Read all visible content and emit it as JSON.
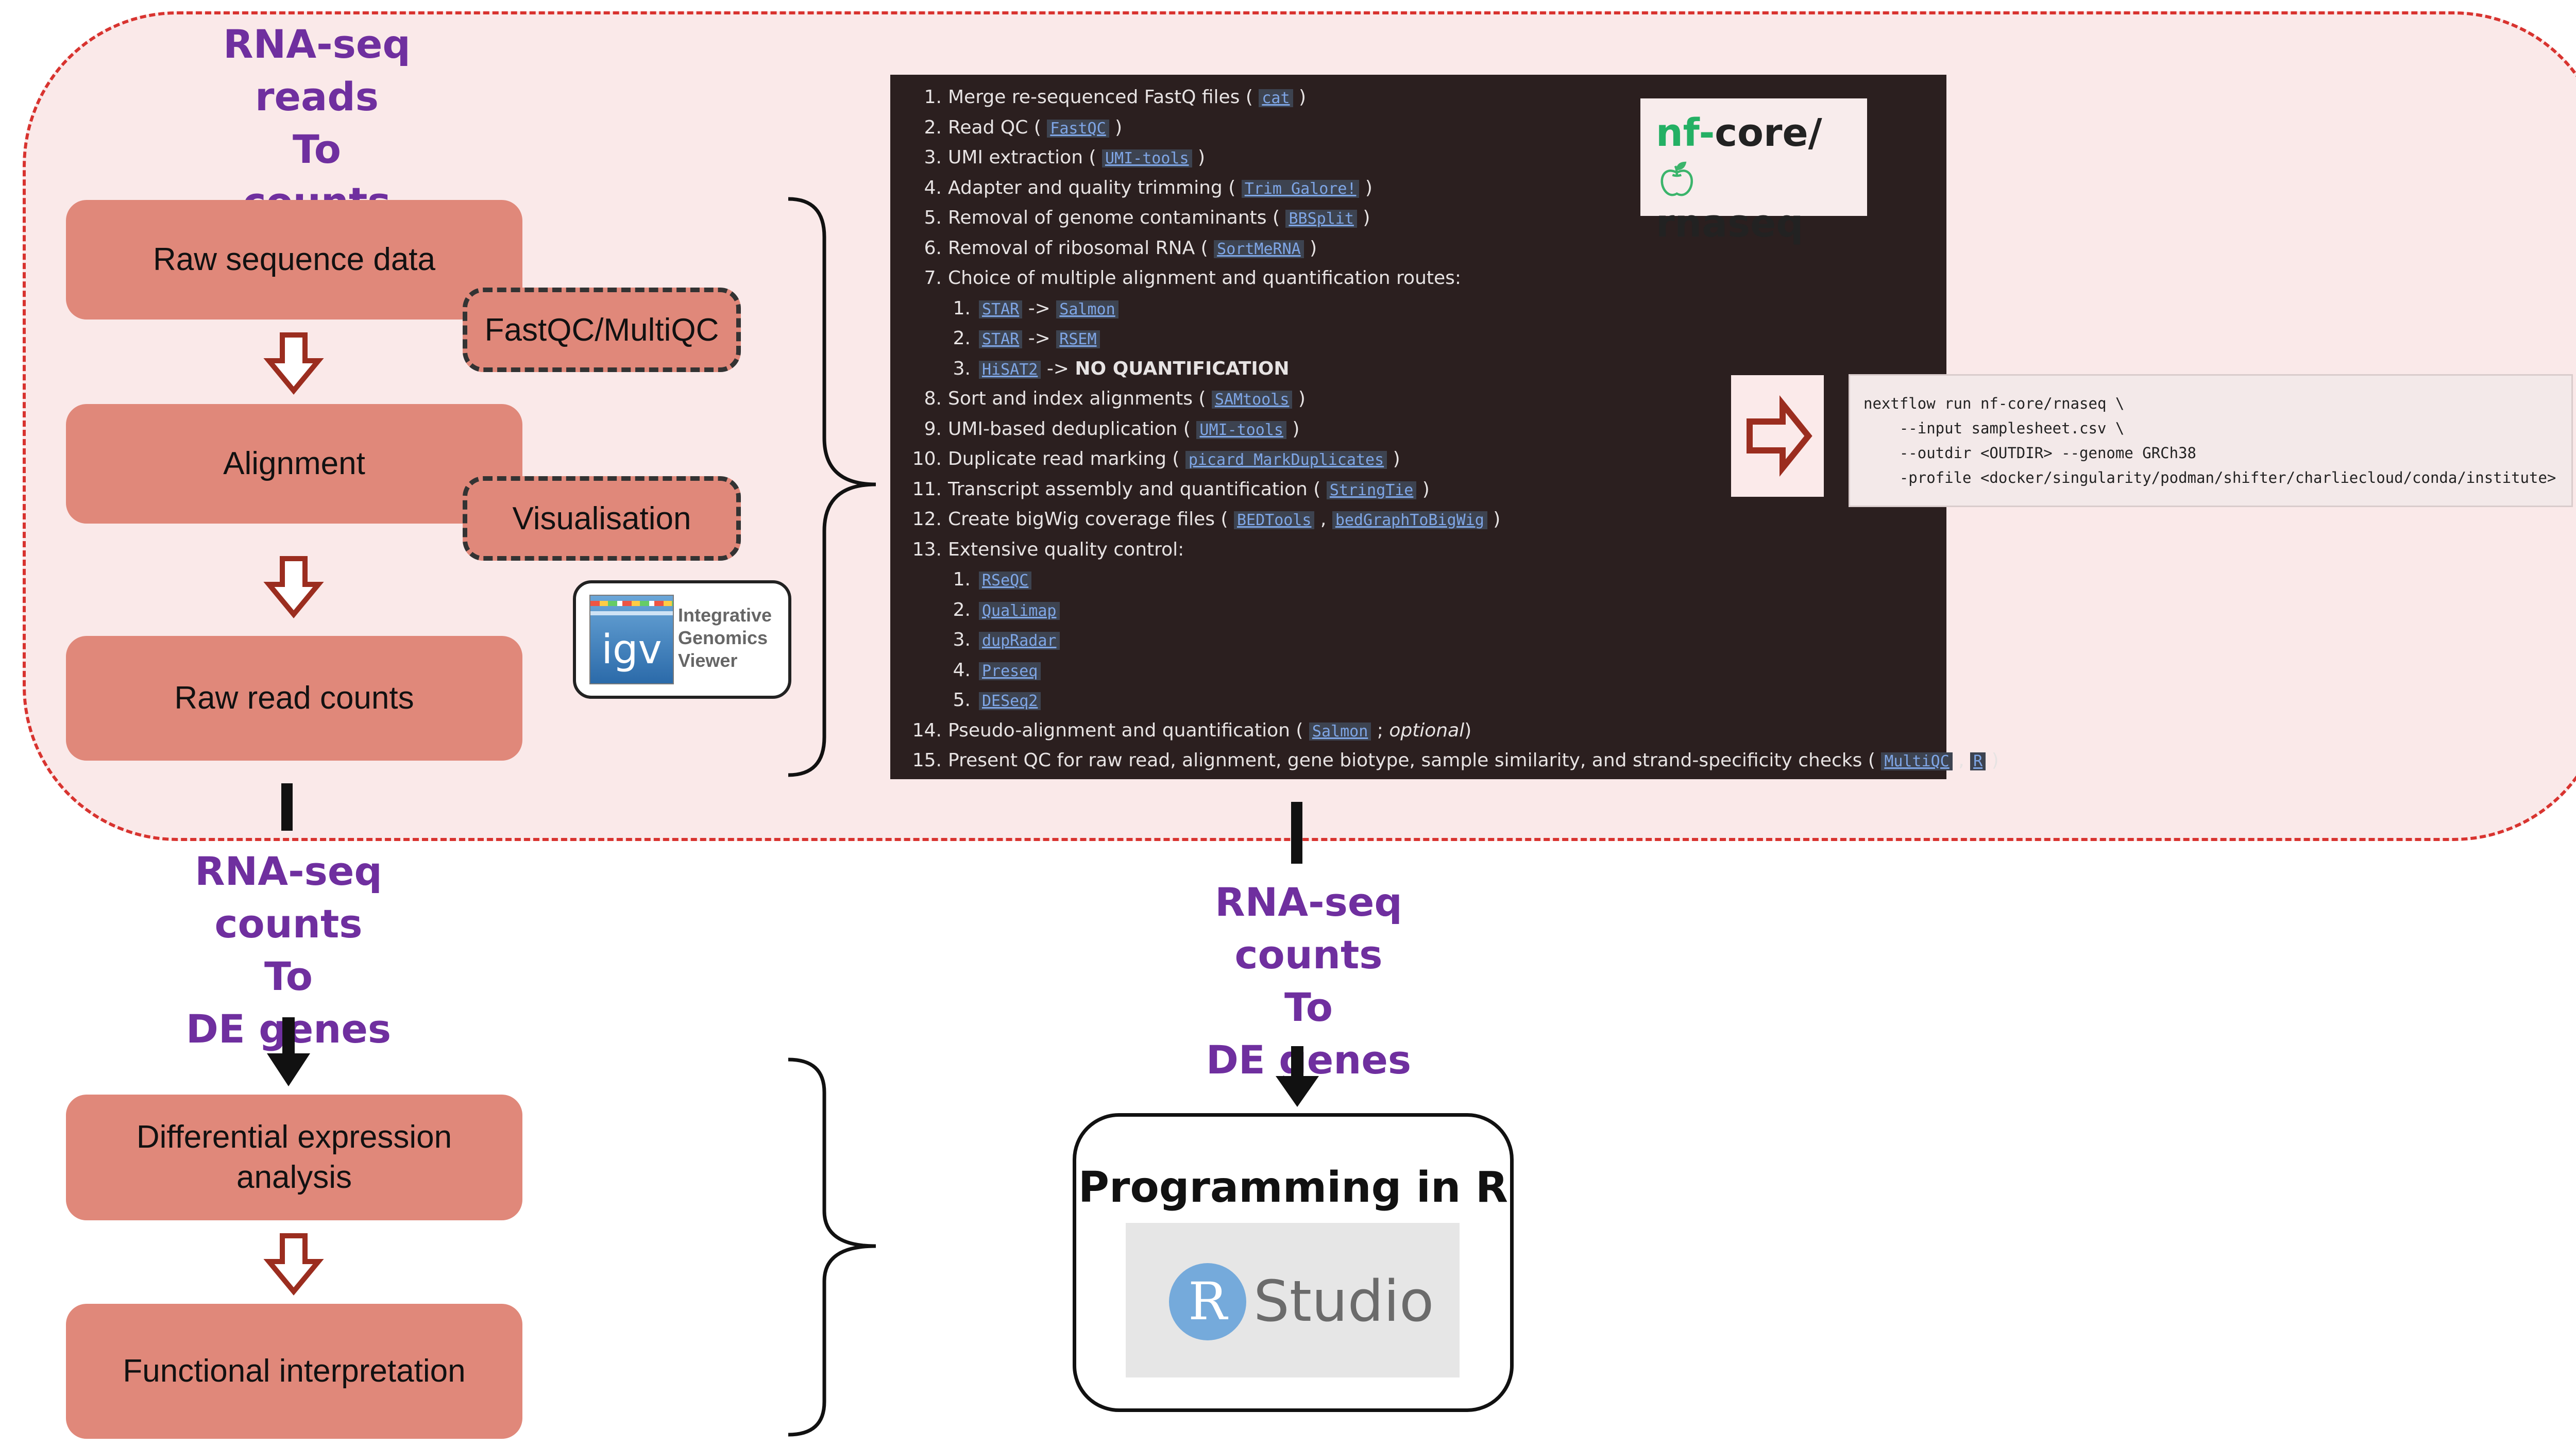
{
  "stages": {
    "upstream": [
      "RNA-seq reads",
      "To",
      "counts"
    ],
    "downstream_left": [
      "RNA-seq counts",
      "To",
      "DE genes"
    ],
    "downstream_right": [
      "RNA-seq counts",
      "To",
      "DE genes"
    ]
  },
  "steps": {
    "raw": "Raw sequence data",
    "align": "Alignment",
    "counts": "Raw read counts",
    "de": "Differential expression analysis",
    "func": "Functional interpretation"
  },
  "tools": {
    "qc": "FastQC/MultiQC",
    "vis": "Visualisation"
  },
  "igv": {
    "logo": "igv",
    "lines": [
      "Integrative",
      "Genomics",
      "Viewer"
    ]
  },
  "nfcore": {
    "prefix": "nf-",
    "core": "core/",
    "name": "rnaseq"
  },
  "pipeline": [
    {
      "n": "1.",
      "pre": "Merge re-sequenced FastQ files (",
      "code": "cat",
      "post": ")"
    },
    {
      "n": "2.",
      "pre": "Read QC (",
      "code": "FastQC",
      "post": ")"
    },
    {
      "n": "3.",
      "pre": "UMI extraction (",
      "code": "UMI-tools",
      "post": ")"
    },
    {
      "n": "4.",
      "pre": "Adapter and quality trimming (",
      "code": "Trim Galore!",
      "post": ")"
    },
    {
      "n": "5.",
      "pre": "Removal of genome contaminants (",
      "code": "BBSplit",
      "post": ")"
    },
    {
      "n": "6.",
      "pre": "Removal of ribosomal RNA (",
      "code": "SortMeRNA",
      "post": ")"
    },
    {
      "n": "7.",
      "pre": "Choice of multiple alignment and quantification routes:"
    },
    {
      "n": "8.",
      "pre": "Sort and index alignments (",
      "code": "SAMtools",
      "post": ")"
    },
    {
      "n": "9.",
      "pre": "UMI-based deduplication (",
      "code": "UMI-tools",
      "post": ")"
    },
    {
      "n": "10.",
      "pre": "Duplicate read marking (",
      "code": "picard MarkDuplicates",
      "post": ")"
    },
    {
      "n": "11.",
      "pre": "Transcript assembly and quantification (",
      "code": "StringTie",
      "post": ")"
    },
    {
      "n": "12.",
      "pre": "Create bigWig coverage files (",
      "code": "BEDTools",
      "mid": ",",
      "code2": "bedGraphToBigWig",
      "post": ")"
    },
    {
      "n": "13.",
      "pre": "Extensive quality control:"
    },
    {
      "n": "14.",
      "pre": "Pseudo-alignment and quantification (",
      "code": "Salmon",
      "post": "; ",
      "em": "optional",
      "post2": ")"
    },
    {
      "n": "15.",
      "pre": "Present QC for raw read, alignment, gene biotype, sample similarity, and strand-specificity checks (",
      "code": "MultiQC",
      "mid": ",",
      "code2": "R",
      "post": ")"
    }
  ],
  "routes": [
    {
      "n": "1.",
      "a": "STAR",
      "arrow": "->",
      "b": "Salmon"
    },
    {
      "n": "2.",
      "a": "STAR",
      "arrow": "->",
      "b": "RSEM"
    },
    {
      "n": "3.",
      "a": "HiSAT2",
      "arrow": "->",
      "b_plain": "NO QUANTIFICATION"
    }
  ],
  "qc_tools": [
    {
      "n": "1.",
      "code": "RSeQC"
    },
    {
      "n": "2.",
      "code": "Qualimap"
    },
    {
      "n": "3.",
      "code": "dupRadar"
    },
    {
      "n": "4.",
      "code": "Preseq"
    },
    {
      "n": "5.",
      "code": "DESeq2"
    }
  ],
  "command": "nextflow run nf-core/rnaseq \\\n    --input samplesheet.csv \\\n    --outdir <OUTDIR> --genome GRCh38\n    -profile <docker/singularity/podman/shifter/charliecloud/conda/institute>",
  "r": {
    "heading": "Programming in R",
    "logo_letter": "R",
    "logo_text": "Studio"
  },
  "colors": {
    "stage_title": "#6f2f9f",
    "step_fill": "#e0887a",
    "zone_border": "#d8332f",
    "zone_fill": "#fae9e9",
    "arrow_outline": "#9b2d1f"
  }
}
